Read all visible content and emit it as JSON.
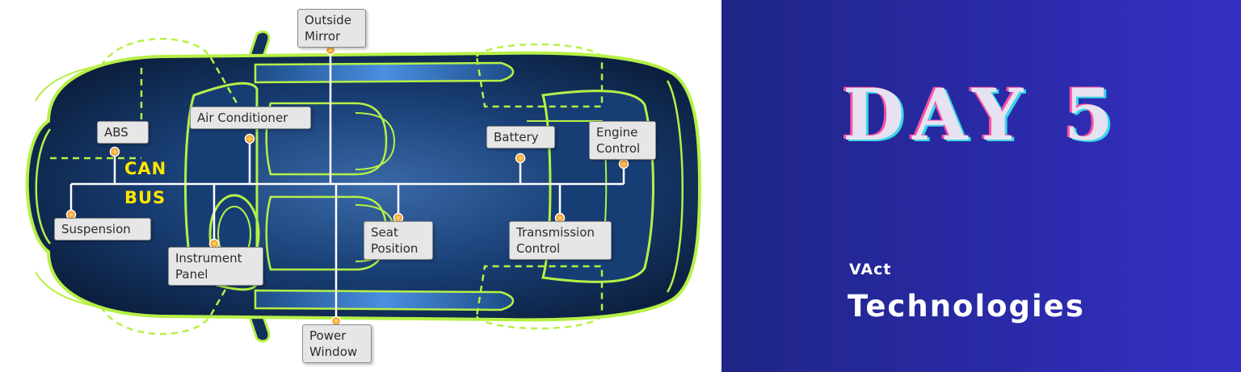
{
  "diagram": {
    "bus_label_line1": "CAN",
    "bus_label_line2": "BUS",
    "nodes": {
      "outside_mirror": [
        "Outside",
        "Mirror"
      ],
      "abs": [
        "ABS"
      ],
      "air_conditioner": [
        "Air Conditioner"
      ],
      "battery": [
        "Battery"
      ],
      "engine_control": [
        "Engine",
        "Control"
      ],
      "suspension": [
        "Suspension"
      ],
      "instrument_panel": [
        "Instrument",
        "Panel"
      ],
      "seat_position": [
        "Seat",
        "Position"
      ],
      "transmission_control": [
        "Transmission",
        "Control"
      ],
      "power_window": [
        "Power",
        "Window"
      ]
    }
  },
  "banner": {
    "title": "DAY 5",
    "company_line1": "VAct",
    "company_line2": "Technologies"
  },
  "colors": {
    "car_outline": "#b6f046",
    "car_body": "#10305a",
    "banner_start": "#1f2586",
    "banner_end": "#3530c4",
    "can_text": "#ffe600"
  }
}
